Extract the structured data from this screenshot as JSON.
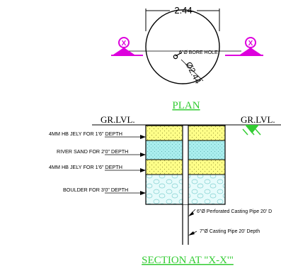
{
  "plan": {
    "top_dimension": "2.44",
    "diameter_label": "Ø2.44",
    "bore_hole_label": "6\"Ø BORE HOLE",
    "marker_letter": "X",
    "title": "PLAN"
  },
  "section": {
    "ground_level_left": "GR.LVL.",
    "ground_level_right": "GR.LVL.",
    "layers": [
      {
        "label": "4MM HB JELY FOR 1'6\" DEPTH"
      },
      {
        "label": "RIVER SAND FOR 2'0\" DEPTH"
      },
      {
        "label": "4MM HB JELY FOR 1'6\" DEPTH"
      },
      {
        "label": "BOULDER FOR 3'0\" DEPTH"
      }
    ],
    "casing_pipe_label": "6\"Ø Perforated Casting Pipe 20' D",
    "casing_pipe_label_2": "7\"Ø Casting Pipe 20' Depth",
    "title": "SECTION AT \"X-X'\""
  },
  "colors": {
    "jelly": "#ffff88",
    "sand": "#aaeeee",
    "boulder": "#e6fbfb",
    "marker": "#dd00dd",
    "title": "#33cc33"
  }
}
